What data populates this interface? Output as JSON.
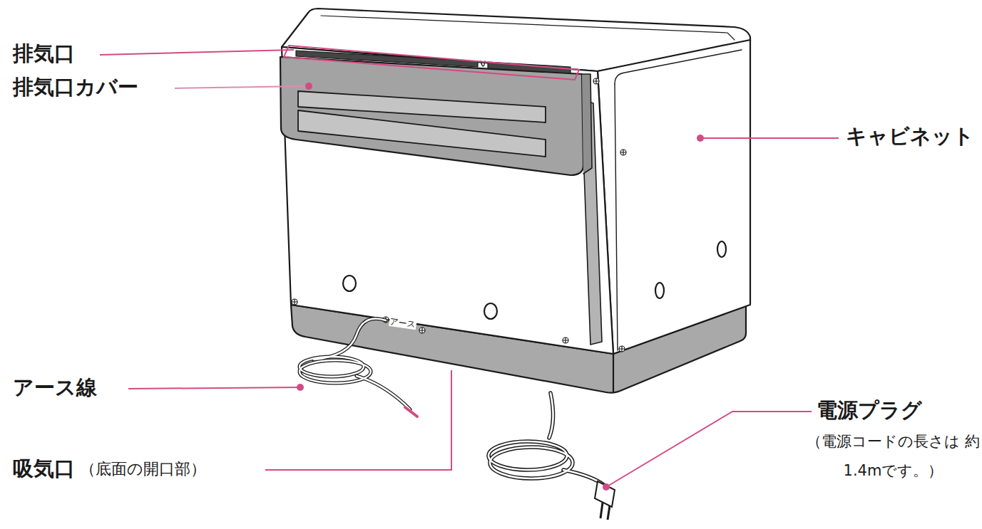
{
  "diagram": {
    "labels": [
      "排気口",
      "排気口カバー",
      "キャビネット",
      "アース",
      "アース線",
      "吸気口",
      "（底面の開口部）",
      "電源プラグ",
      "（電源コードの長さは 約1.4mです。）"
    ]
  }
}
